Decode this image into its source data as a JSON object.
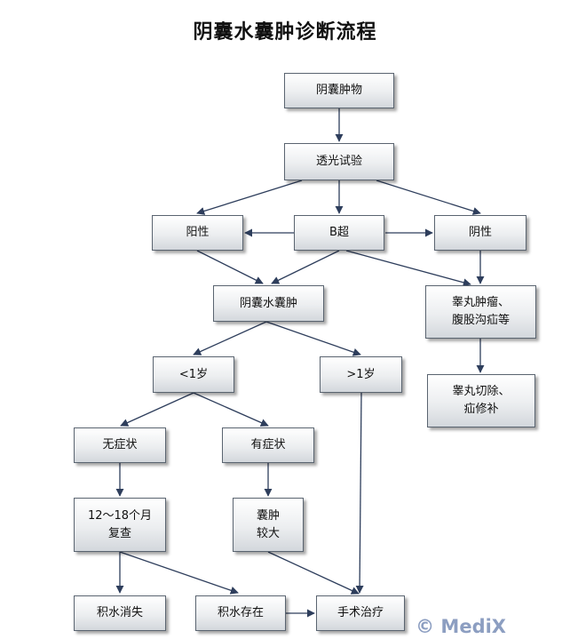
{
  "title": "阴囊水囊肿诊断流程",
  "nodes": {
    "scrotal_mass": "阴囊肿物",
    "transillumination": "透光试验",
    "positive": "阳性",
    "b_ultrasound": "B超",
    "negative": "阴性",
    "hydrocele": "阴囊水囊肿",
    "testicular_tumor_hernia": "睾丸肿瘤、\n腹股沟疝等",
    "under_1_year": "<1岁",
    "over_1_year": ">1岁",
    "orchiectomy_hernia_repair": "睾丸切除、\n疝修补",
    "asymptomatic": "无症状",
    "symptomatic": "有症状",
    "recheck_12_18_months": "12～18个月\n复查",
    "large_cyst": "囊肿\n较大",
    "effusion_resolved": "积水消失",
    "effusion_persists": "积水存在",
    "surgery": "手术治疗"
  },
  "watermark": "© MediX"
}
